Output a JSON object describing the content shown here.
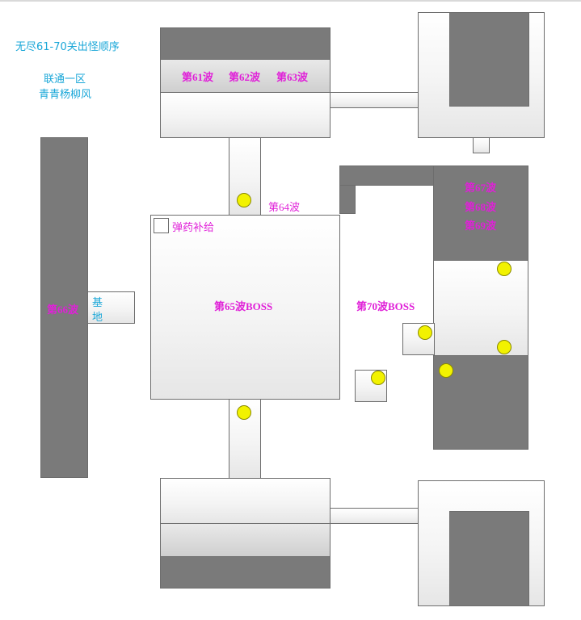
{
  "title": "无尽61-70关出怪顺序",
  "subtitle_line1": "联通一区",
  "subtitle_line2": "青青杨柳风",
  "waves": {
    "w61": "第61波",
    "w62": "第62波",
    "w63": "第63波",
    "w64": "第64波",
    "w65": "第65波BOSS",
    "w66": "第66波",
    "w67": "第67波",
    "w68": "第68波",
    "w69": "第69波",
    "w70": "第70波BOSS"
  },
  "ammo": "弹药补给",
  "base_line1": "基",
  "base_line2": "地",
  "colors": {
    "wave_label": "#e020d8",
    "info_text": "#1aa7d8",
    "dark_block": "#7a7a7a",
    "marker": "#f2f200"
  }
}
